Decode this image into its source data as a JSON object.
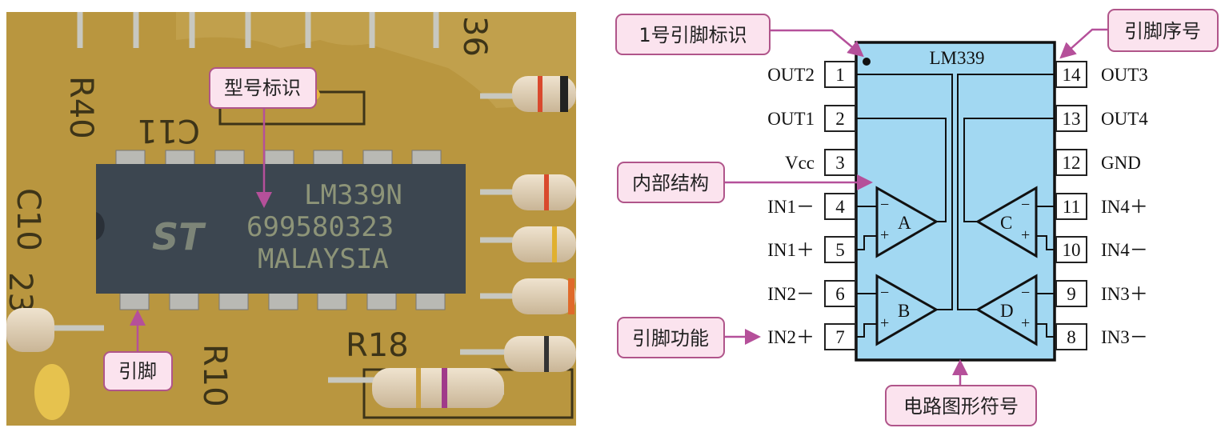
{
  "photo": {
    "chip_marking": [
      "LM339N",
      "699580323",
      "MALAYSIA"
    ],
    "logo": "ST",
    "silkscreen": [
      "R40",
      "C11",
      "C10",
      "36",
      "23",
      "R18",
      "R10"
    ],
    "callouts": {
      "model_mark": "型号标识",
      "pins": "引脚"
    }
  },
  "schematic": {
    "chip_name": "LM339",
    "comparators": [
      "A",
      "B",
      "C",
      "D"
    ],
    "left_pins": [
      {
        "num": "1",
        "name": "OUT2"
      },
      {
        "num": "2",
        "name": "OUT1"
      },
      {
        "num": "3",
        "name": "Vcc"
      },
      {
        "num": "4",
        "name": "IN1－"
      },
      {
        "num": "5",
        "name": "IN1＋"
      },
      {
        "num": "6",
        "name": "IN2－"
      },
      {
        "num": "7",
        "name": "IN2＋"
      }
    ],
    "right_pins": [
      {
        "num": "14",
        "name": "OUT3"
      },
      {
        "num": "13",
        "name": "OUT4"
      },
      {
        "num": "12",
        "name": "GND"
      },
      {
        "num": "11",
        "name": "IN4＋"
      },
      {
        "num": "10",
        "name": "IN4－"
      },
      {
        "num": "9",
        "name": "IN3＋"
      },
      {
        "num": "8",
        "name": "IN3－"
      }
    ],
    "callouts": {
      "pin1_mark": "1号引脚标识",
      "pin_number": "引脚序号",
      "internal": "内部结构",
      "pin_function": "引脚功能",
      "symbol": "电路图形符号"
    }
  },
  "colors": {
    "chip_fill": "#a2d8f2",
    "callout_fill": "#fbe3ee",
    "accent": "#b5509a",
    "pcb": "#b9963f"
  }
}
